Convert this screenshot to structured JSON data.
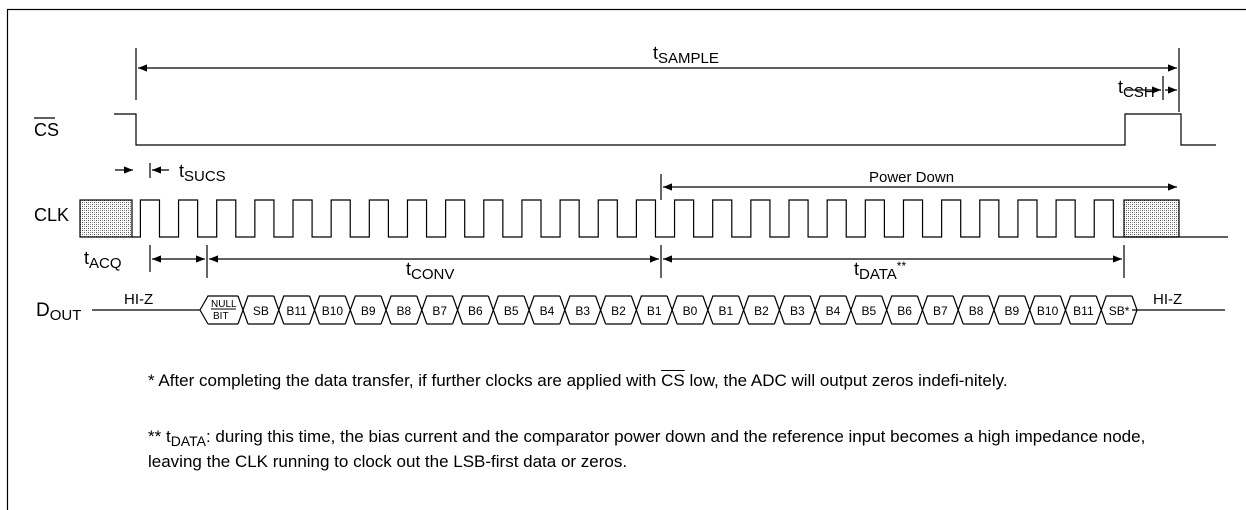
{
  "signals": {
    "cs": "CS",
    "clk": "CLK",
    "dout_main": "D",
    "dout_sub": "OUT"
  },
  "timing_labels": {
    "t_sample": {
      "t": "t",
      "sub": "SAMPLE"
    },
    "t_csh": {
      "t": "t",
      "sub": "CSH"
    },
    "t_sucs": {
      "t": "t",
      "sub": "SUCS"
    },
    "t_acq": {
      "t": "t",
      "sub": "ACQ"
    },
    "t_conv": {
      "t": "t",
      "sub": "CONV"
    },
    "t_data": {
      "t": "t",
      "sub": "DATA",
      "suffix": "**"
    },
    "power_down": "Power Down"
  },
  "dout": {
    "hiz_left": "HI-Z",
    "hiz_right": "HI-Z",
    "null_bit_top": "NULL",
    "null_bit_bottom": "BIT",
    "bits": [
      "SB",
      "B11",
      "B10",
      "B9",
      "B8",
      "B7",
      "B6",
      "B5",
      "B4",
      "B3",
      "B2",
      "B1",
      "B0",
      "B1",
      "B2",
      "B3",
      "B4",
      "B5",
      "B6",
      "B7",
      "B8",
      "B9",
      "B10",
      "B11",
      "SB*"
    ]
  },
  "notes": {
    "note1_pre": "* After completing the data transfer, if further clocks are applied with ",
    "note1_cs": "CS",
    "note1_post": " low, the ADC will output zeros indefi-nitely.",
    "note2_pre": "** t",
    "note2_sub": "DATA",
    "note2_post": ": during this time, the bias current and the comparator power down and the reference input becomes a high impedance node, leaving the CLK running to clock out the LSB-first data or zeros."
  }
}
